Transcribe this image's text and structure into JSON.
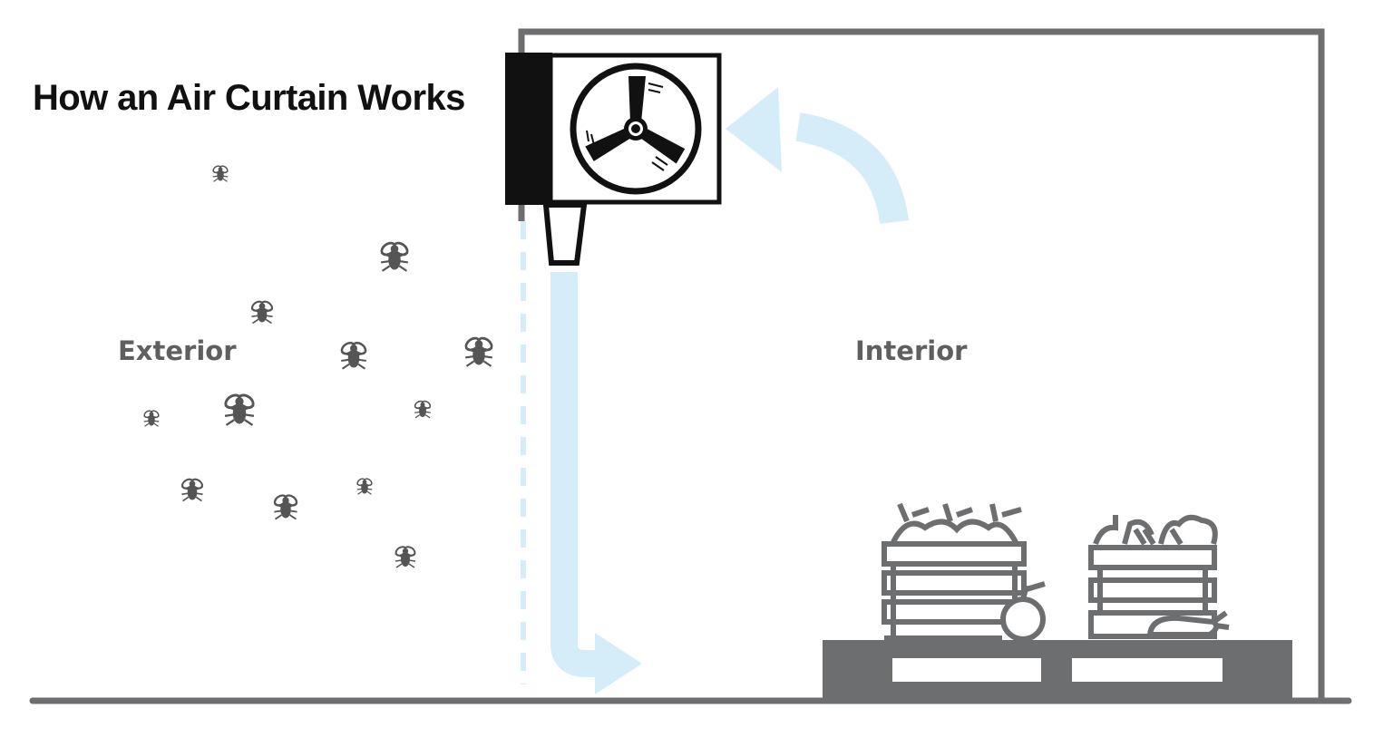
{
  "title": "How an Air Curtain Works",
  "labels": {
    "exterior": "Exterior",
    "interior": "Interior"
  },
  "colors": {
    "wall": "#6d6e70",
    "airflow": "#d5ecf9",
    "dark": "#111111",
    "label": "#5f5f5f"
  },
  "icons": [
    "air-curtain-fan-icon",
    "fly-icon",
    "fruit-crate-icon",
    "vegetable-crate-icon",
    "pallet-icon"
  ]
}
